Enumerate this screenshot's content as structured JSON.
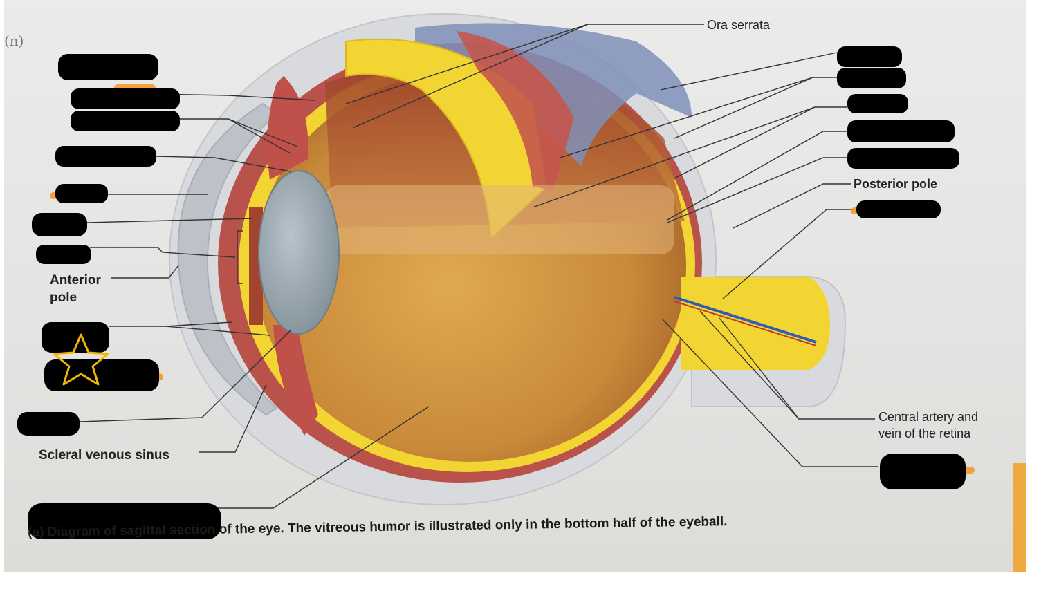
{
  "labels": {
    "ora_serrata": "Ora serrata",
    "posterior_pole": "Posterior pole",
    "anterior_pole_line1": "Anterior",
    "anterior_pole_line2": "pole",
    "scleral_venous_sinus": "Scleral venous sinus",
    "central_artery_line1": "Central artery and",
    "central_artery_line2": "vein of the retina"
  },
  "caption": {
    "marker": "(a)",
    "text": "Diagram of sagittal section of the eye. The vitreous humor is illustrated only in the bottom half of the eyeball."
  },
  "colors": {
    "redaction": "#000000",
    "sclera": "#d9dadd",
    "choroid": "#b8524a",
    "retina": "#f2d532",
    "vitreous": "#c98a3a",
    "lens": "#9aa7b0",
    "cornea": "#bcc2c8",
    "star": "#f2b705",
    "highlighter": "#f39a2b"
  }
}
